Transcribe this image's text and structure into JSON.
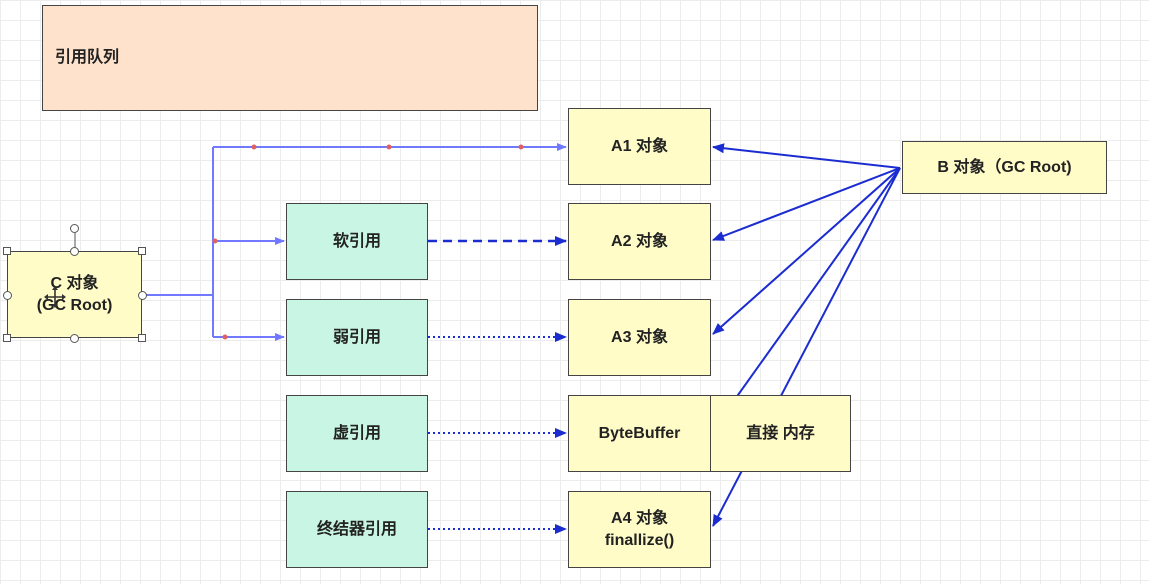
{
  "nodes": {
    "queue": "引用队列",
    "c_object": "C 对象\n(GC Root)",
    "b_object": "B 对象（GC Root)",
    "soft": "软引用",
    "weak": "弱引用",
    "phantom": "虚引用",
    "final": "终结器引用",
    "a1": "A1 对象",
    "a2": "A2 对象",
    "a3": "A3 对象",
    "bytebuffer": "ByteBuffer",
    "direct_memory": "直接 内存",
    "a4": "A4 对象\nfinallize()"
  },
  "colors": {
    "strong_line": "#7079ff",
    "ref_line": "#1b2cd1",
    "yellow": "#fffcc8",
    "green": "#c8f5e4",
    "peach": "#ffe2cc"
  }
}
